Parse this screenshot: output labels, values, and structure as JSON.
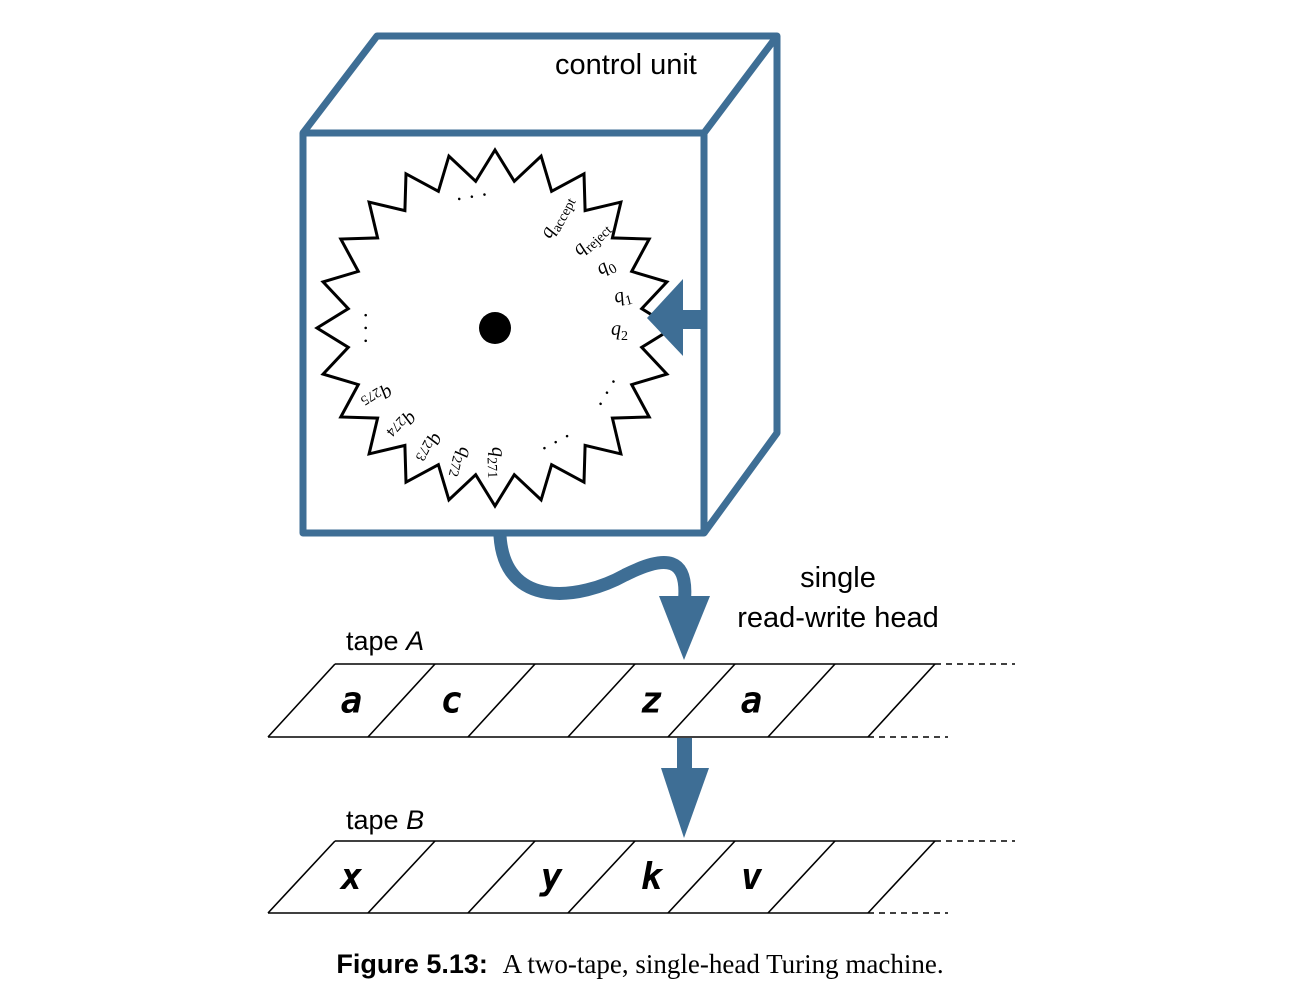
{
  "labels": {
    "control_unit": "control unit",
    "head_line1": "single",
    "head_line2": "read-write head",
    "tape_a_prefix": "tape ",
    "tape_a_name": "A",
    "tape_b_prefix": "tape ",
    "tape_b_name": "B"
  },
  "dial": {
    "dots": "· · ·",
    "states": [
      {
        "base": "q",
        "sub": "accept"
      },
      {
        "base": "q",
        "sub": "reject"
      },
      {
        "base": "q",
        "sub": "0"
      },
      {
        "base": "q",
        "sub": "1"
      },
      {
        "base": "q",
        "sub": "2"
      },
      {
        "base": "q",
        "sub": "271"
      },
      {
        "base": "q",
        "sub": "272"
      },
      {
        "base": "q",
        "sub": "273"
      },
      {
        "base": "q",
        "sub": "274"
      },
      {
        "base": "q",
        "sub": "275"
      }
    ]
  },
  "tapes": {
    "A": [
      "a",
      "c",
      "",
      "z",
      "a",
      ""
    ],
    "B": [
      "x",
      "",
      "y",
      "k",
      "v",
      ""
    ]
  },
  "caption": {
    "label": "Figure 5.13:",
    "text": "A two-tape, single-head Turing machine."
  },
  "colors": {
    "accent": "#3e6e95",
    "ink": "#000000"
  }
}
